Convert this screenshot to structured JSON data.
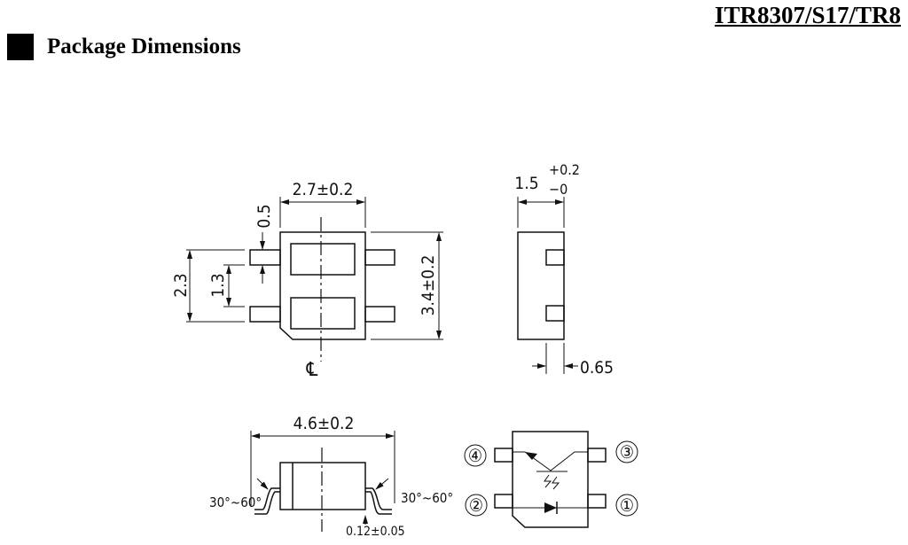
{
  "header": {
    "part_number": "ITR8307/S17/TR8",
    "section_title": "Package Dimensions"
  },
  "top_view": {
    "width_dim": "2.7±0.2",
    "lead_width_dim": "0.5",
    "lead_span_outer": "2.3",
    "lead_span_inner": "1.3",
    "height_dim": "3.4±0.2",
    "centerline_symbol": "℄"
  },
  "side_view": {
    "thickness": "1.5",
    "thickness_tol_plus": "+0.2",
    "thickness_tol_minus": "−0",
    "pad_dim": "0.65"
  },
  "front_view": {
    "length_dim": "4.6±0.2",
    "angle_left": "30°~60°",
    "angle_right": "30°~60°",
    "standoff": "0.12±0.05"
  },
  "pinout": {
    "pins": [
      "④",
      "③",
      "②",
      "①"
    ]
  }
}
